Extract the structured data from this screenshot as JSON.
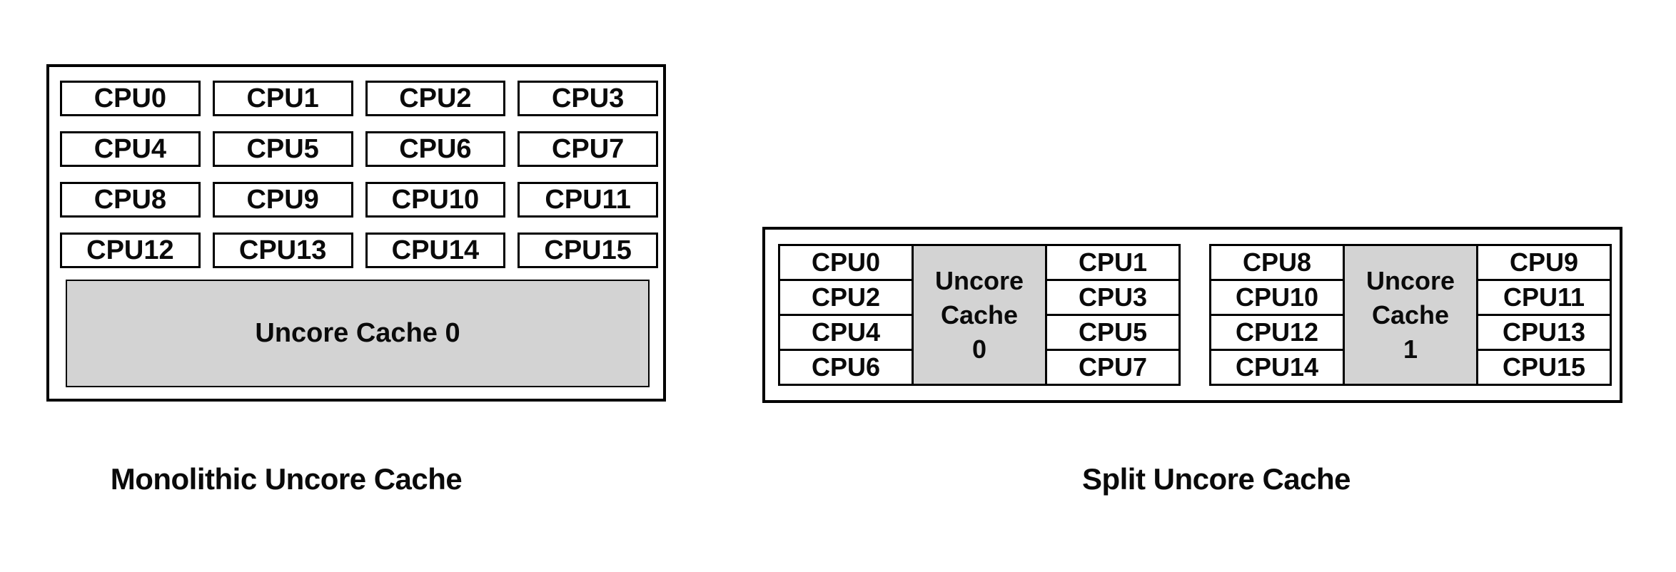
{
  "colors": {
    "background": "#ffffff",
    "border": "#000000",
    "uncore_fill": "#d3d3d3",
    "text": "#0a0a0a"
  },
  "monolithic": {
    "caption": "Monolithic Uncore Cache",
    "cpus": [
      "CPU0",
      "CPU1",
      "CPU2",
      "CPU3",
      "CPU4",
      "CPU5",
      "CPU6",
      "CPU7",
      "CPU8",
      "CPU9",
      "CPU10",
      "CPU11",
      "CPU12",
      "CPU13",
      "CPU14",
      "CPU15"
    ],
    "uncore_label": "Uncore Cache 0"
  },
  "split": {
    "caption": "Split Uncore Cache",
    "clusters": [
      {
        "left_cpus": [
          "CPU0",
          "CPU2",
          "CPU4",
          "CPU6"
        ],
        "uncore_lines": [
          "Uncore",
          "Cache",
          "0"
        ],
        "right_cpus": [
          "CPU1",
          "CPU3",
          "CPU5",
          "CPU7"
        ]
      },
      {
        "left_cpus": [
          "CPU8",
          "CPU10",
          "CPU12",
          "CPU14"
        ],
        "uncore_lines": [
          "Uncore",
          "Cache",
          "1"
        ],
        "right_cpus": [
          "CPU9",
          "CPU11",
          "CPU13",
          "CPU15"
        ]
      }
    ]
  }
}
